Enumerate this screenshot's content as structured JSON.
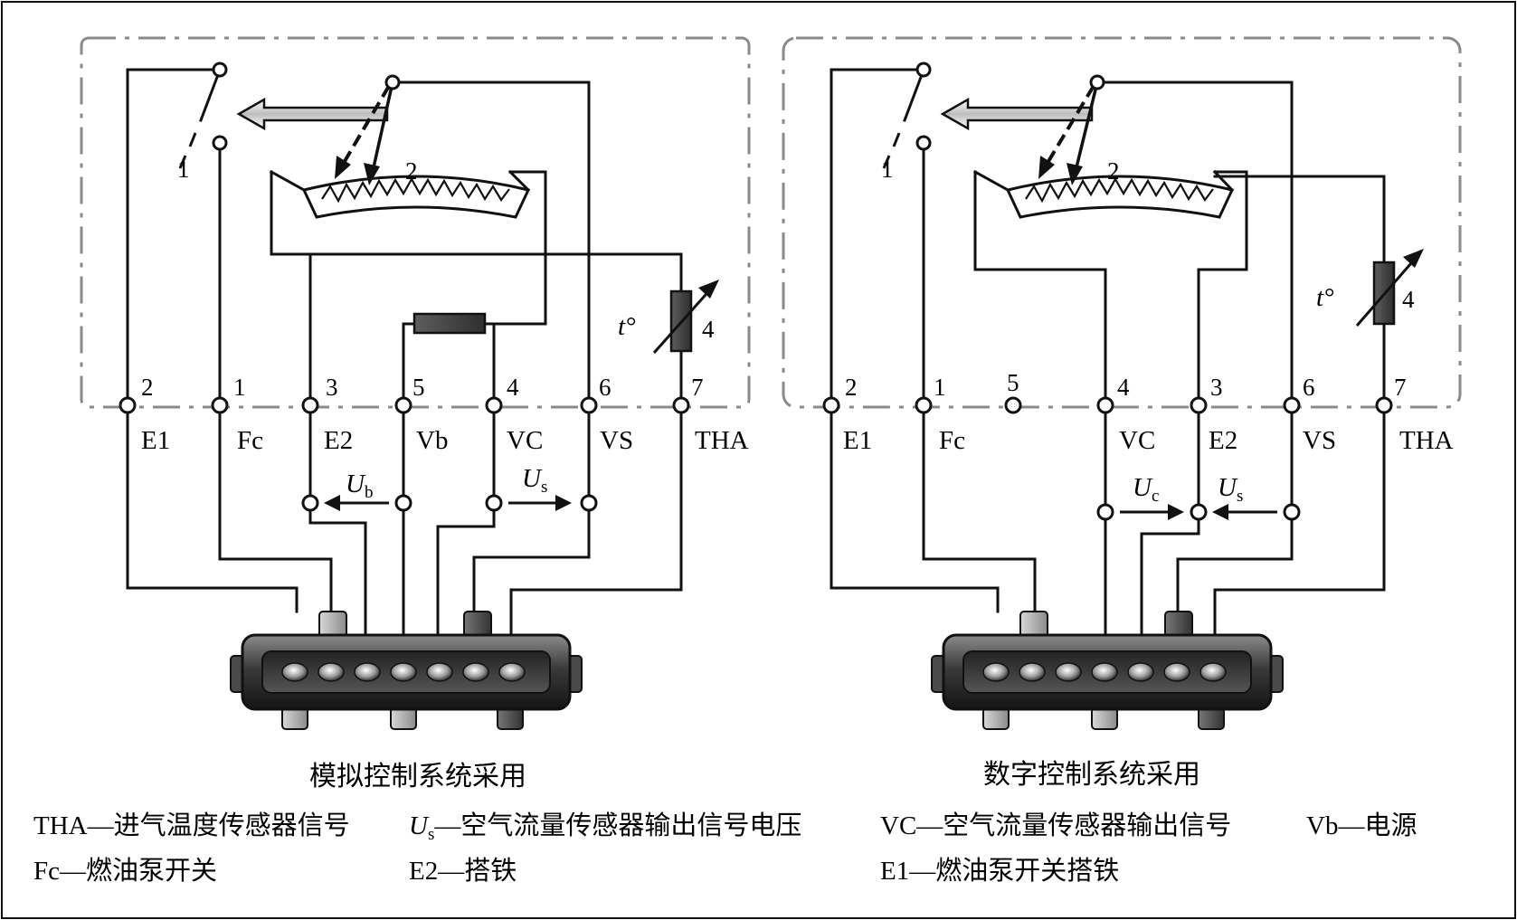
{
  "left": {
    "caption": "模拟控制系统采用",
    "switch_label": "1",
    "pot_label": "2",
    "thermistor_label": "4",
    "temp_symbol": "t°",
    "terminals": [
      {
        "num": "2",
        "name": "E1"
      },
      {
        "num": "1",
        "name": "Fc"
      },
      {
        "num": "3",
        "name": "E2"
      },
      {
        "num": "5",
        "name": "Vb"
      },
      {
        "num": "4",
        "name": "VC"
      },
      {
        "num": "6",
        "name": "VS"
      },
      {
        "num": "7",
        "name": "THA"
      }
    ],
    "voltages": [
      {
        "symbol": "U",
        "sub": "b"
      },
      {
        "symbol": "U",
        "sub": "s"
      }
    ]
  },
  "right": {
    "caption": "数字控制系统采用",
    "switch_label": "1",
    "pot_label": "2",
    "thermistor_label": "4",
    "temp_symbol": "t°",
    "terminals": [
      {
        "num": "2",
        "name": "E1"
      },
      {
        "num": "1",
        "name": "Fc"
      },
      {
        "num": "5",
        "name": ""
      },
      {
        "num": "4",
        "name": "VC"
      },
      {
        "num": "3",
        "name": "E2"
      },
      {
        "num": "6",
        "name": "VS"
      },
      {
        "num": "7",
        "name": "THA"
      }
    ],
    "voltages": [
      {
        "symbol": "U",
        "sub": "c"
      },
      {
        "symbol": "U",
        "sub": "s"
      }
    ]
  },
  "legend": {
    "tha": "THA—进气温度传感器信号",
    "us_symbol": "U",
    "us_sub": "s",
    "us_text": "—空气流量传感器输出信号电压",
    "vc": "VC—空气流量传感器输出信号",
    "vb": "Vb—电源",
    "fc": "Fc—燃油泵开关",
    "e2": "E2—搭铁",
    "e1": "E1—燃油泵开关搭铁"
  }
}
